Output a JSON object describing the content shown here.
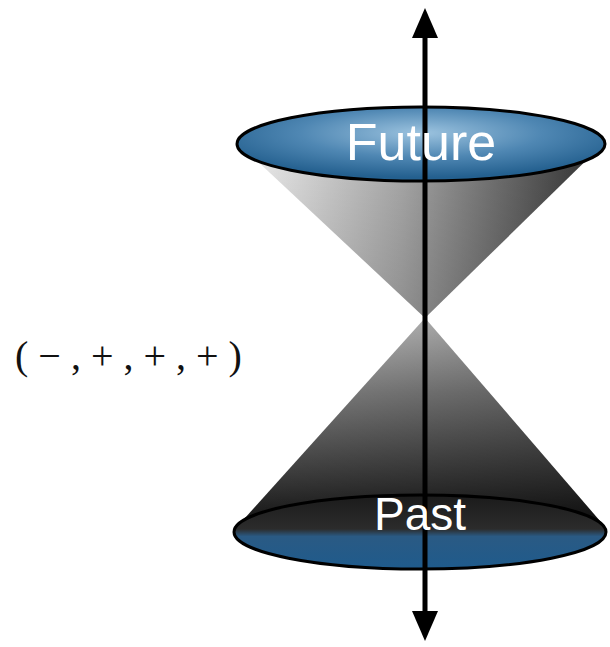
{
  "diagram": {
    "nodes": [
      {
        "text": [
          "Future"
        ]
      },
      {
        "text": [
          "Past"
        ]
      }
    ],
    "labels": [
      "( − , + , + , + )"
    ]
  }
}
